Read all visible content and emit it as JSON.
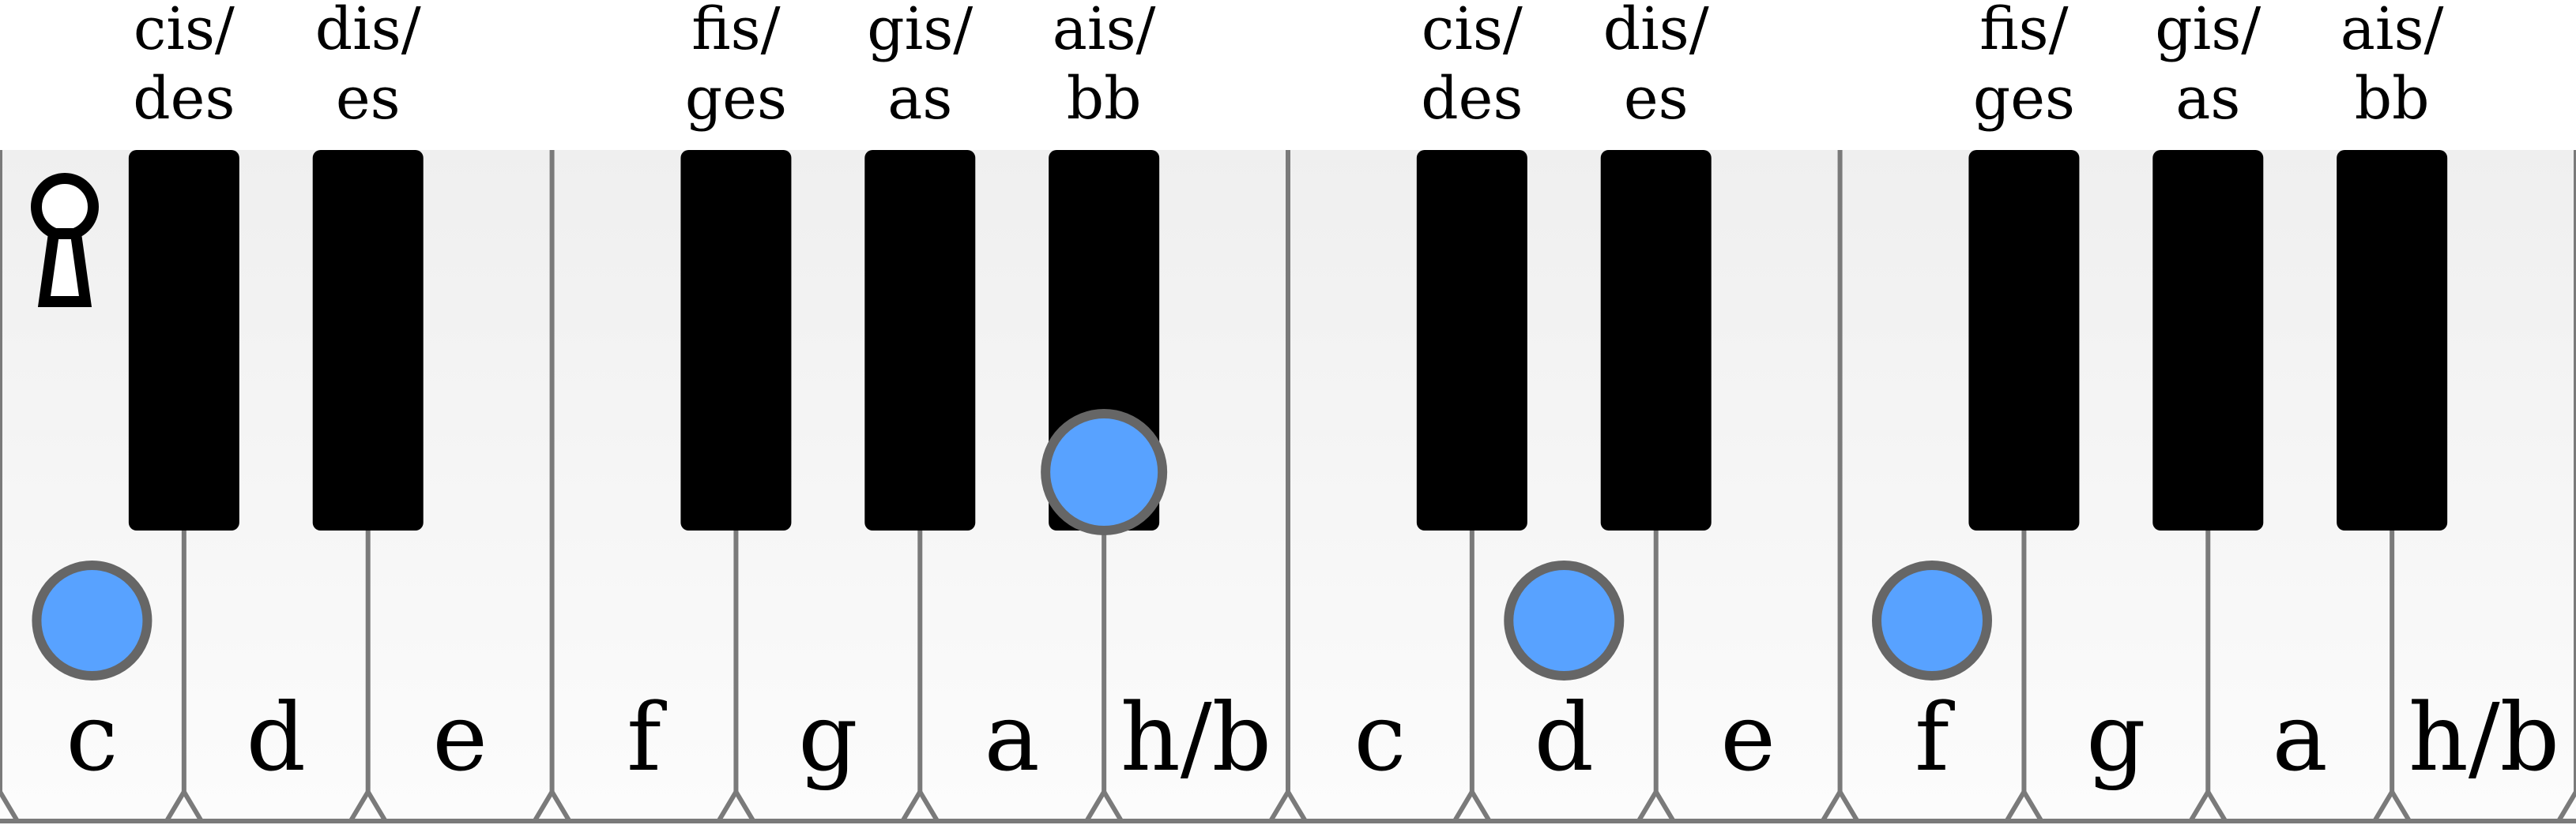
{
  "keyboard": {
    "octaves": 2,
    "white_key_labels": [
      "c",
      "d",
      "e",
      "f",
      "g",
      "a",
      "h/b"
    ],
    "black_key_labels": [
      {
        "line1": "cis/",
        "line2": "des"
      },
      {
        "line1": "dis/",
        "line2": "es"
      },
      {
        "line1": "fis/",
        "line2": "ges"
      },
      {
        "line1": "gis/",
        "line2": "as"
      },
      {
        "line1": "ais/",
        "line2": "bb"
      }
    ],
    "colors": {
      "white_key": "#f7f7f7",
      "black_key": "#000000",
      "key_border": "#7a7a7a",
      "marker_fill": "#58a2ff",
      "marker_stroke": "#666666"
    },
    "root_marker": "keyhole-icon",
    "highlighted_keys": [
      {
        "octave": 0,
        "note": "c"
      },
      {
        "octave": 0,
        "note": "ais/bb"
      },
      {
        "octave": 1,
        "note": "d"
      },
      {
        "octave": 1,
        "note": "f"
      }
    ]
  }
}
